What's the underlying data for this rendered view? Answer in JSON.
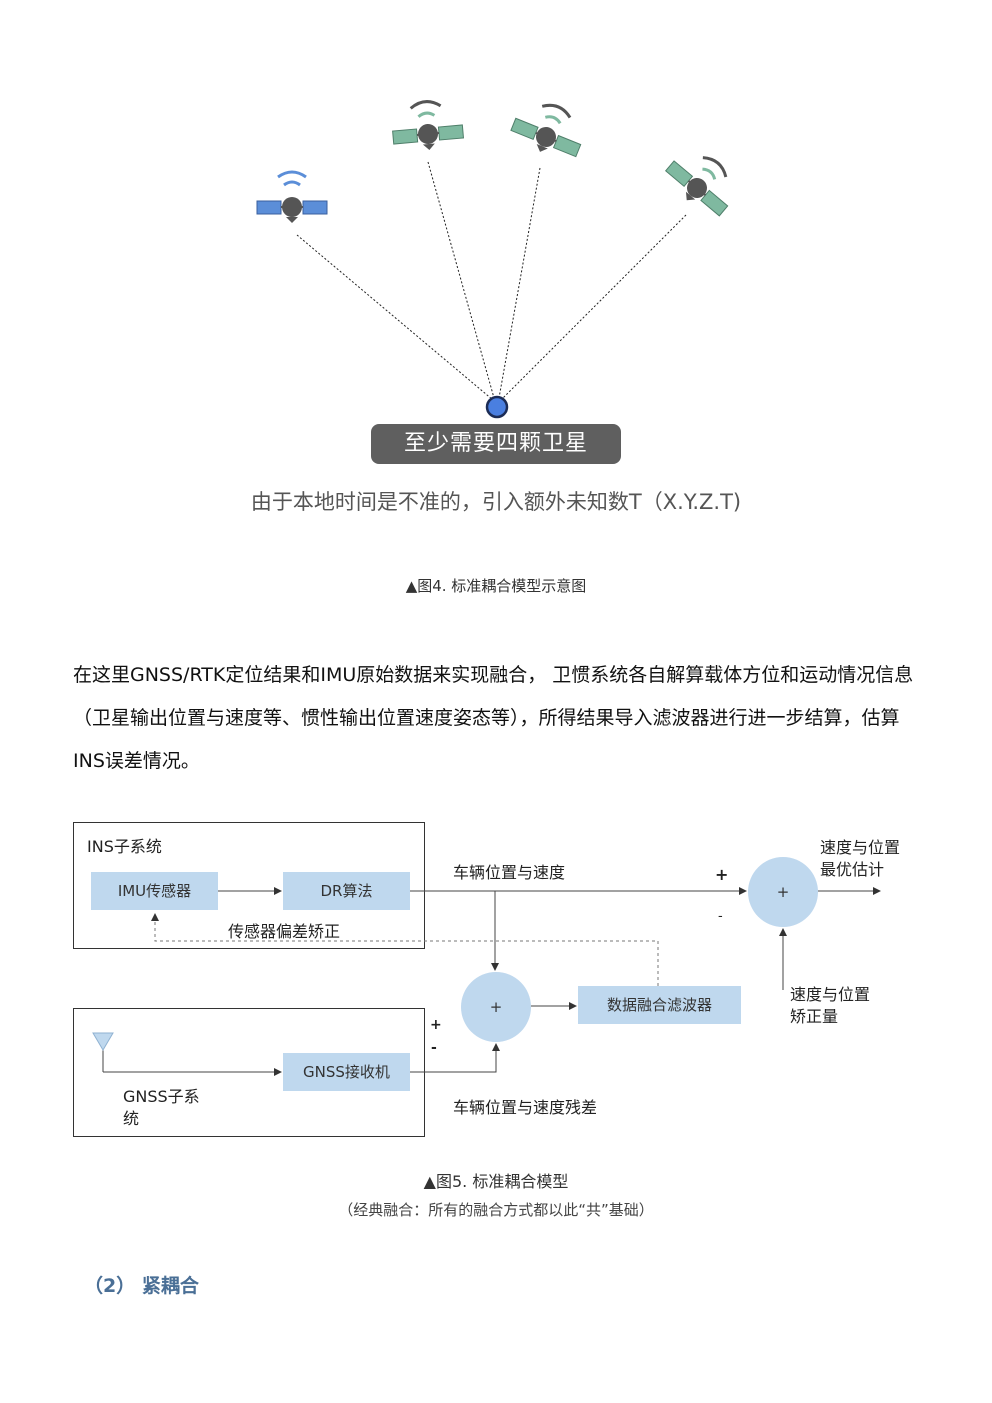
{
  "fig4": {
    "badge": "至少需要四颗卫星",
    "note": "由于本地时间是不准的，引入额外未知数T（X.Y.Z.T)",
    "satellite_colors": [
      "#5b8ed8",
      "#7fb9a0",
      "#7fb9a0",
      "#7fb9a0"
    ],
    "receiver_color": "#4a7fe0"
  },
  "caption4": "▲图4. 标准耦合模型示意图",
  "paragraph": "在这里GNSS/RTK定位结果和IMU原始数据来实现融合， 卫惯系统各自解算载体方位和运动情况信息（卫星输出位置与速度等、惯性输出位置速度姿态等），所得结果导入滤波器进行进一步结算，估算INS误差情况。",
  "fig5": {
    "ins_title": "INS子系统",
    "imu": "IMU传感器",
    "dr": "DR算法",
    "bias_correction": "传感器偏差矫正",
    "vehicle_pos_vel": "车辆位置与速度",
    "plus": "+",
    "minus": "-",
    "sum_symbol": "+",
    "optimal_line1": "速度与位置",
    "optimal_line2": "最优估计",
    "correction_line1": "速度与位置",
    "correction_line2": "矫正量",
    "filter": "数据融合滤波器",
    "gnss_receiver": "GNSS接收机",
    "gnss_title_line1": "GNSS子系",
    "gnss_title_line2": "统",
    "residual": "车辆位置与速度残差"
  },
  "caption5": "▲图5. 标准耦合模型",
  "caption5_sub": "（经典融合：所有的融合方式都以此“共”基础）",
  "section_heading": "（2） 紧耦合"
}
